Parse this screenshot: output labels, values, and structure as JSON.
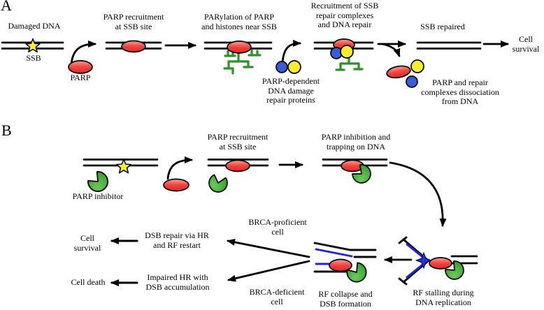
{
  "a": {
    "label": "A",
    "damaged_dna": "Damaged DNA",
    "ssb": "SSB",
    "parp": "PARP",
    "recruitment": "PARP recruitment\nat SSB site",
    "parylation": "PARylation  of PARP\nand histones near SSB",
    "repair_proteins": "PARP-dependent\nDNA damage\nrepair proteins",
    "recruitment_repair": "Recruitment of SSB\nrepair complexes\nand DNA repair",
    "dissociation": "PARP and repair\ncomplexes dissociation\nfrom DNA",
    "ssb_repaired": "SSB repaired",
    "cell_survival": "Cell\nsurvival"
  },
  "b": {
    "label": "B",
    "parp_inhibitor": "PARP inhibitor",
    "recruitment": "PARP recruitment\nat SSB site",
    "inhibition": "PARP inhibition and\ntrapping on DNA",
    "rf_stalling": "RF stalling during\nDNA replication",
    "rf_collapse": "RF collapse and\nDSB formation",
    "brca_proficient": "BRCA-proficient\ncell",
    "brca_deficient": "BRCA-deficient\ncell",
    "dsb_repair": "DSB repair via HR\nand RF restart",
    "impaired_hr": "Impaired HR with\nDSB accumulation",
    "cell_survival": "Cell\nsurvival",
    "cell_death": "Cell death"
  },
  "colors": {
    "parp_red": "#ed3b38",
    "inhibitor_green": "#3aa832",
    "repair_blue": "#3a5cd8",
    "repair_yellow": "#f8ee2e",
    "ssb_star_yellow": "#f9ee35",
    "par_green": "#2c9127",
    "fork_blue": "#2222dd",
    "dna_black": "#0a0a0a"
  },
  "glyphs": {
    "ssb-star-icon": "yellow five-point star",
    "parp-ellipse-icon": "red oval (PARP protein)",
    "parp-inhibitor-icon": "green pac-man wedge circle",
    "repair-protein-blue-icon": "blue circle",
    "repair-protein-yellow-icon": "yellow circle",
    "replication-fork-icon": "forked DNA with blue nascent strands"
  }
}
